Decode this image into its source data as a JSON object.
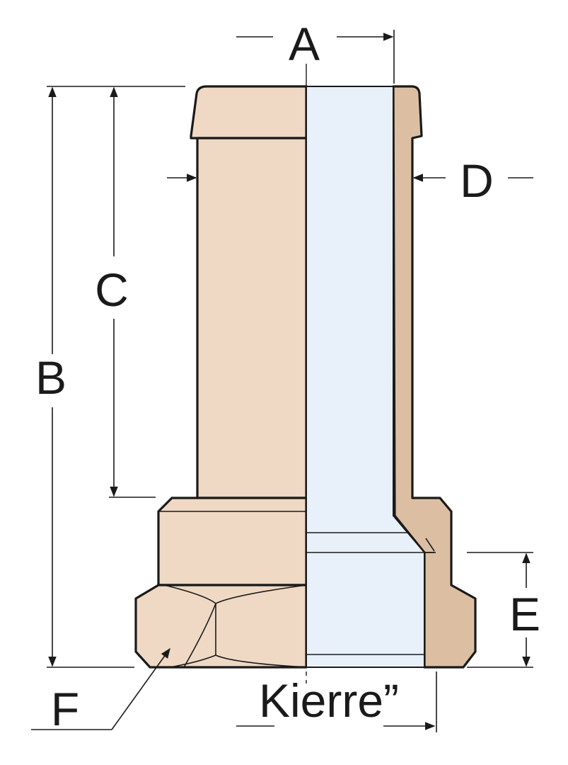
{
  "labels": {
    "a": "A",
    "b": "B",
    "c": "C",
    "d": "D",
    "e": "E",
    "f": "F",
    "thread": "Kierre”"
  },
  "colors": {
    "body": "#efd9c4",
    "body_shadow": "#dcbfa3",
    "bore": "#e8f1f9",
    "line": "#1a1a1a"
  }
}
